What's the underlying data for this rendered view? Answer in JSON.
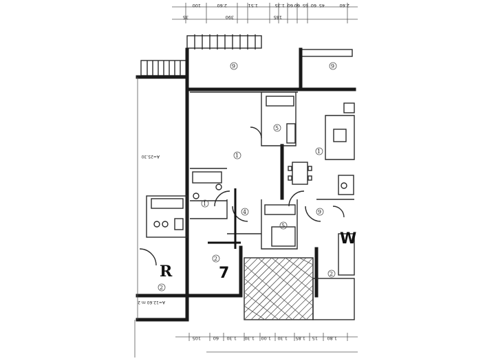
{
  "top_dimensions": [
    "35",
    "390",
    "185",
    "100",
    "2.60",
    "1.51",
    "1.35",
    "60",
    "60",
    "65",
    "60",
    "45",
    "2.60"
  ],
  "bottom_dimensions": [
    "105",
    "60",
    "1.30",
    "1.30",
    "1.00",
    "1.30",
    "1.85",
    "15",
    "1.80"
  ],
  "room_numbers": [
    "9",
    "9",
    "5",
    "1",
    "1",
    "1",
    "4",
    "5",
    "9",
    "2",
    "2",
    "2"
  ],
  "side_notes": [
    "A=25.30",
    "A=12.60 m 2"
  ],
  "handwritten": [
    "R",
    "7",
    "W"
  ]
}
